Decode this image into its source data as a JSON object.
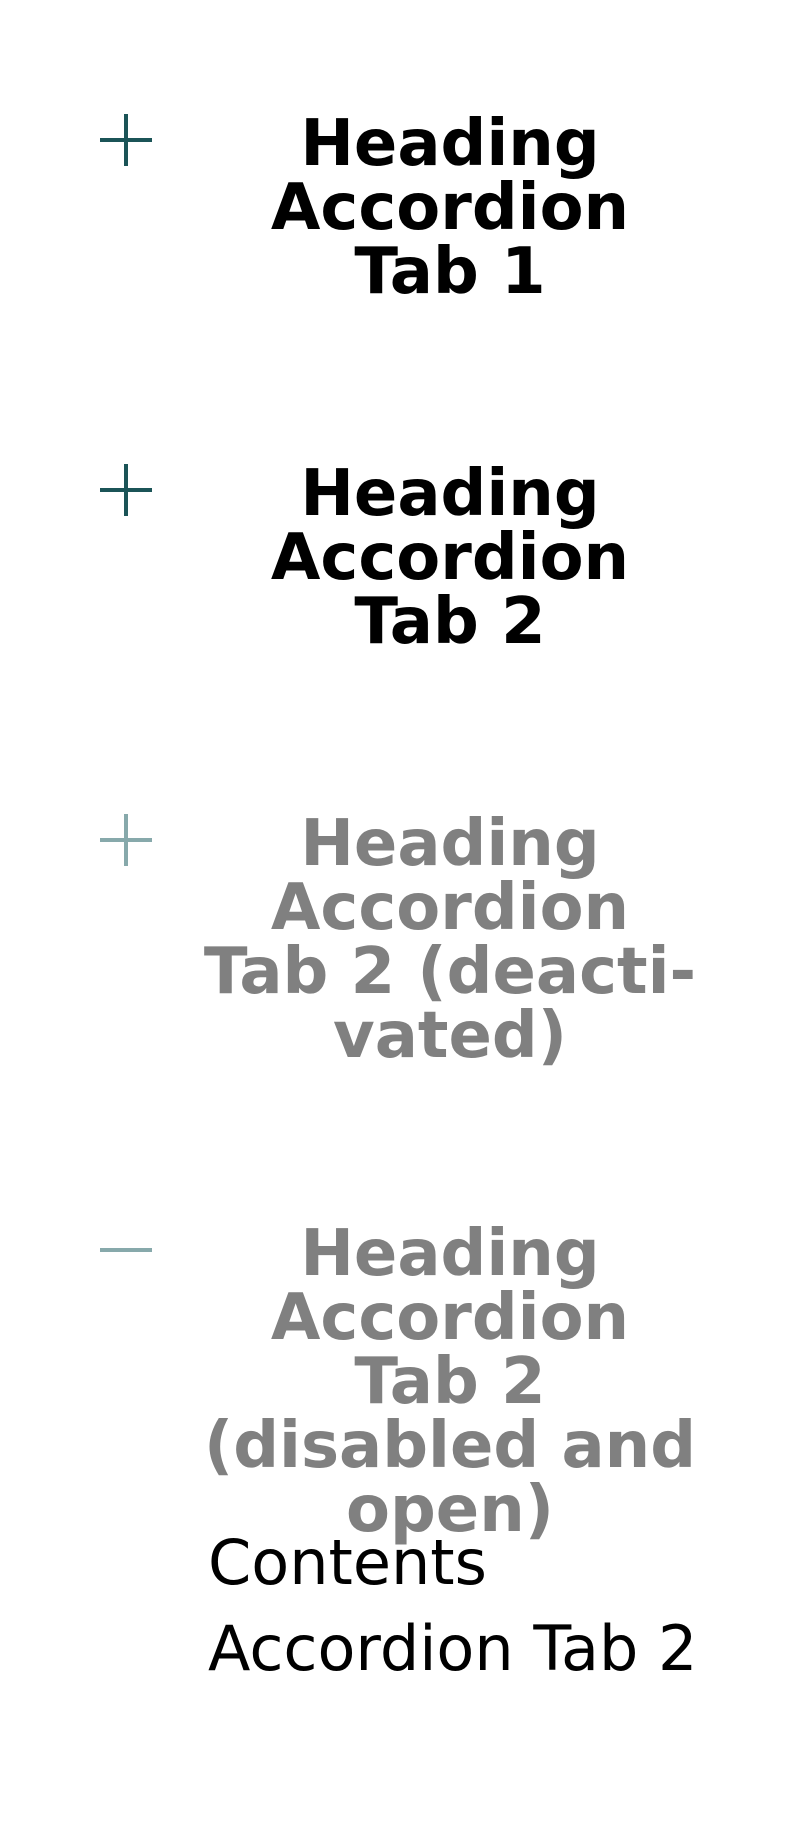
{
  "colors": {
    "icon_active": "#1b5457",
    "icon_disabled": "#87a9ab",
    "heading_active": "#000000",
    "heading_disabled": "#808080",
    "content_text": "#000000",
    "background": "#ffffff"
  },
  "accordion": {
    "tabs": [
      {
        "heading": "Heading Accordion Tab 1",
        "icon": "plus-icon",
        "state": "collapsed",
        "disabled": false
      },
      {
        "heading": "Heading Accordion Tab 2",
        "icon": "plus-icon",
        "state": "collapsed",
        "disabled": false
      },
      {
        "heading": "Heading Accordion Tab 2 (deacti-vated)",
        "icon": "plus-icon",
        "state": "collapsed",
        "disabled": true
      },
      {
        "heading": "Heading Accordion Tab 2 (disabled and open)",
        "icon": "minus-icon",
        "state": "expanded",
        "disabled": true,
        "content": "Contents Accordion Tab 2"
      }
    ]
  }
}
